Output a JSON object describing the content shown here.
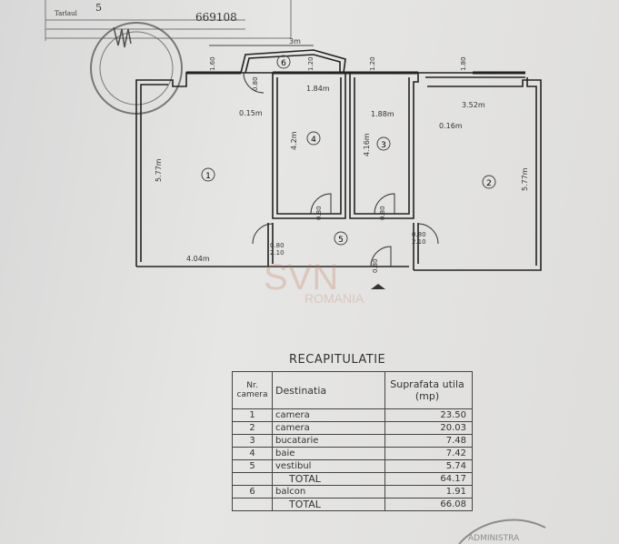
{
  "header": {
    "tarlaua_label": "Tarlaul",
    "tarlaua_value": "5",
    "number": "669108"
  },
  "plan": {
    "rooms": [
      {
        "no": "1"
      },
      {
        "no": "2"
      },
      {
        "no": "3"
      },
      {
        "no": "4"
      },
      {
        "no": "5"
      },
      {
        "no": "6"
      }
    ],
    "dimensions": {
      "balcony_width": "3m",
      "left_window": "1.60\n1.20",
      "room1_width": "4.04m",
      "room1_height": "5.77m",
      "room2_width": "3.52m",
      "room2_height": "5.77m",
      "bath_width": "1.84m",
      "bath_height": "4.2m",
      "kitchen_width": "1.88m",
      "kitchen_height": "4.16m",
      "wall_left": "0.15m",
      "wall_right": "0.16m",
      "door": "0.80",
      "door_h": "2.10",
      "win_a": "1.20",
      "win_b": "1.20",
      "win_c": "1.80",
      "win_left_a": "1.60"
    }
  },
  "watermark": {
    "brand": "SVN",
    "country": "ROMANIA"
  },
  "recap": {
    "title": "RECAPITULATIE",
    "headers": {
      "nr": "Nr. camera",
      "dest": "Destinatia",
      "area": "Suprafata utila (mp)"
    },
    "rows": [
      {
        "nr": "1",
        "dest": "camera",
        "area": "23.50"
      },
      {
        "nr": "2",
        "dest": "camera",
        "area": "20.03"
      },
      {
        "nr": "3",
        "dest": "bucatarie",
        "area": "7.48"
      },
      {
        "nr": "4",
        "dest": "baie",
        "area": "7.42"
      },
      {
        "nr": "5",
        "dest": "vestibul",
        "area": "5.74"
      }
    ],
    "total1": {
      "label": "TOTAL",
      "area": "64.17"
    },
    "balcony": {
      "nr": "6",
      "dest": "balcon",
      "area": "1.91"
    },
    "total2": {
      "label": "TOTAL",
      "area": "66.08"
    }
  },
  "stamp_text": "ADMINISTRA"
}
